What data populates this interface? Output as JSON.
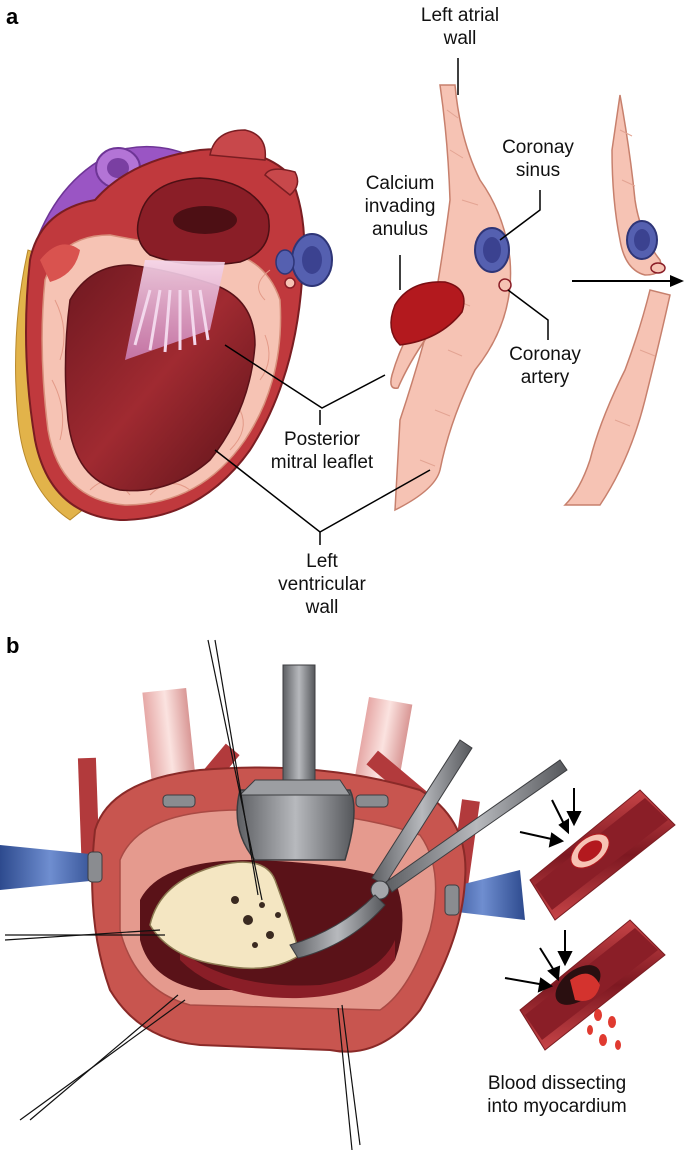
{
  "panel_a": {
    "letter": "a",
    "labels": {
      "left_atrial_wall": "Left atrial\nwall",
      "coronary_sinus": "Coronay\nsinus",
      "calcium": "Calcium\ninvading\nanulus",
      "coronary_artery": "Coronay\nartery",
      "posterior_leaflet": "Posterior\nmitral leaflet",
      "lv_wall": "Left\nventricular\nwall"
    }
  },
  "panel_b": {
    "letter": "b",
    "labels": {
      "blood_dissecting": "Blood dissecting\ninto myocardium"
    }
  },
  "colors": {
    "wall_pink": "#f6c3b4",
    "muscle_red": "#c0393d",
    "chamber_dark": "#8a1e27",
    "vein_blue": "#5560b0",
    "artery_purple": "#9a55c4",
    "calcium_red": "#b3191e",
    "fat_yellow": "#e2b34a",
    "steel_gray": "#8a8c90",
    "cloth_blue": "#3b5ba6",
    "valve_cream": "#f4e6c2"
  }
}
